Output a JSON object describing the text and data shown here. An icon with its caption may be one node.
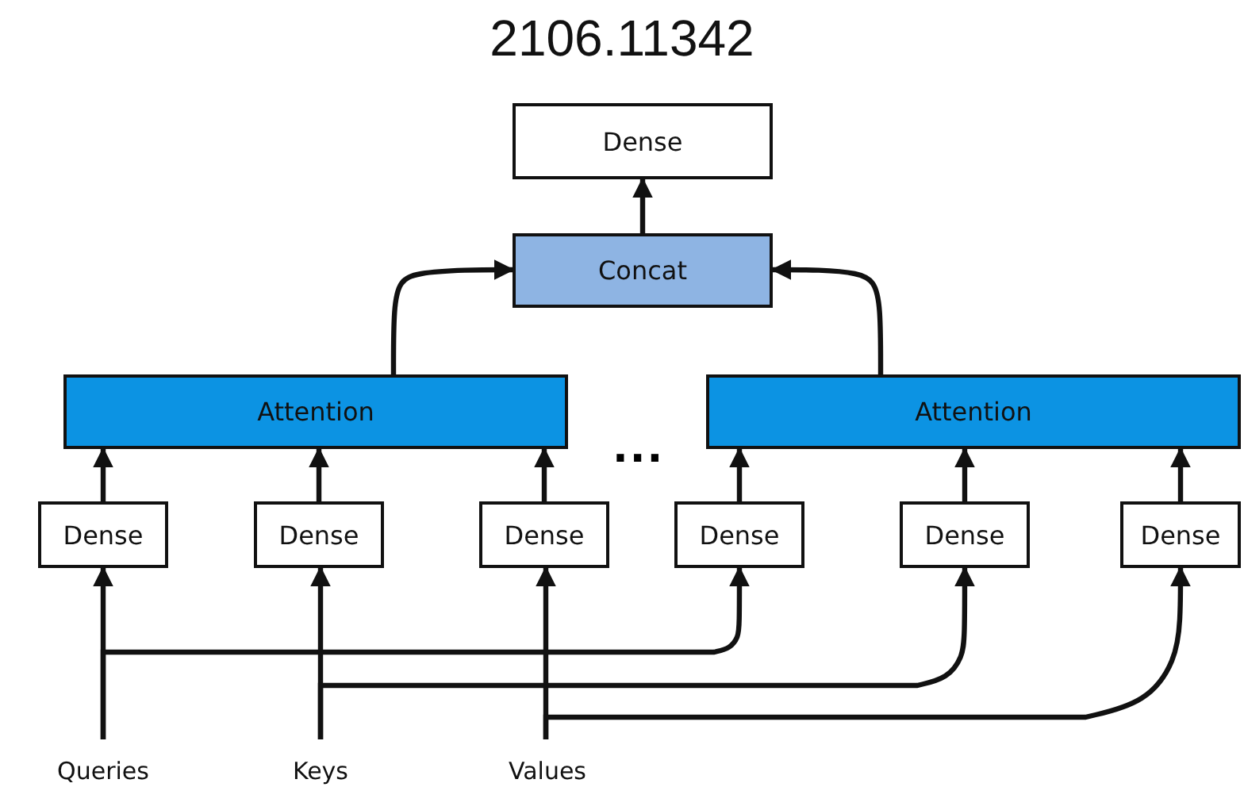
{
  "diagram": {
    "title": "2106.11342",
    "nodes": [
      {
        "text": [
          "Dense"
        ]
      },
      {
        "text": [
          "Concat"
        ]
      },
      {
        "text": [
          "Attention"
        ]
      },
      {
        "text": [
          "Attention"
        ]
      },
      {
        "text": [
          "Dense"
        ]
      },
      {
        "text": [
          "Dense"
        ]
      },
      {
        "text": [
          "Dense"
        ]
      },
      {
        "text": [
          "Dense"
        ]
      },
      {
        "text": [
          "Dense"
        ]
      },
      {
        "text": [
          "Dense"
        ]
      },
      {
        "text": [
          "Queries"
        ]
      },
      {
        "text": [
          "Keys"
        ]
      },
      {
        "text": [
          "Values"
        ]
      }
    ],
    "edges": [
      {
        "from": 1,
        "to": 0,
        "arrow": "to"
      },
      {
        "from": 2,
        "to": 1,
        "arrow": "to"
      },
      {
        "from": 3,
        "to": 1,
        "arrow": "to"
      },
      {
        "from": 4,
        "to": 2,
        "arrow": "to"
      },
      {
        "from": 5,
        "to": 2,
        "arrow": "to"
      },
      {
        "from": 6,
        "to": 2,
        "arrow": "to"
      },
      {
        "from": 7,
        "to": 3,
        "arrow": "to"
      },
      {
        "from": 8,
        "to": 3,
        "arrow": "to"
      },
      {
        "from": 9,
        "to": 3,
        "arrow": "to"
      },
      {
        "from": 10,
        "to": 4,
        "arrow": "to"
      },
      {
        "from": 10,
        "to": 7,
        "arrow": "to"
      },
      {
        "from": 11,
        "to": 5,
        "arrow": "to"
      },
      {
        "from": 11,
        "to": 8,
        "arrow": "to"
      },
      {
        "from": 12,
        "to": 6,
        "arrow": "to"
      },
      {
        "from": 12,
        "to": 9,
        "arrow": "to"
      }
    ],
    "labels": [
      "..."
    ]
  }
}
